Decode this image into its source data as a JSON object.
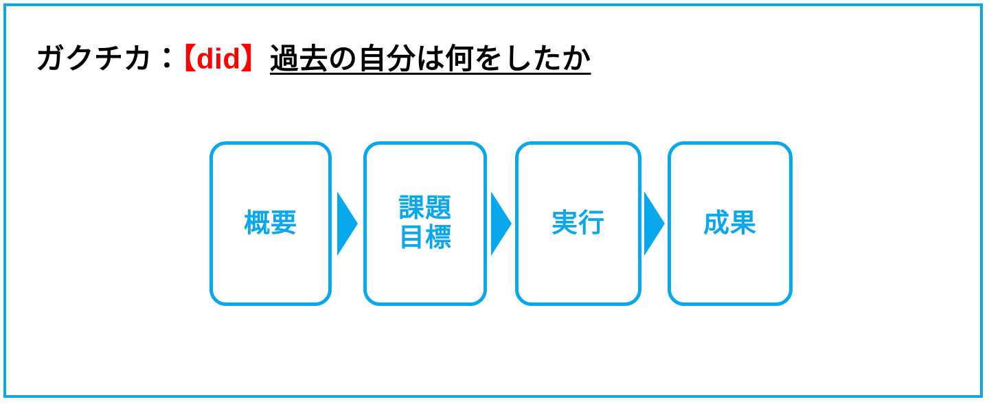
{
  "slide": {
    "frame_color": "#09a7eb",
    "background_color": "#ffffff",
    "title": {
      "prefix": "ガクチカ：",
      "highlight": "【did】",
      "highlight_color": "#ff0000",
      "underlined": "過去の自分は何をしたか",
      "text_color": "#000000"
    }
  },
  "flow": {
    "accent_color": "#09a7eb",
    "arrow_icon": "right-triangle-arrow-icon",
    "steps": [
      {
        "label": "概要"
      },
      {
        "label": "課題\n目標"
      },
      {
        "label": "実行"
      },
      {
        "label": "成果"
      }
    ],
    "arrows": [
      {
        "direction": "right"
      },
      {
        "direction": "right"
      },
      {
        "direction": "right"
      }
    ]
  }
}
